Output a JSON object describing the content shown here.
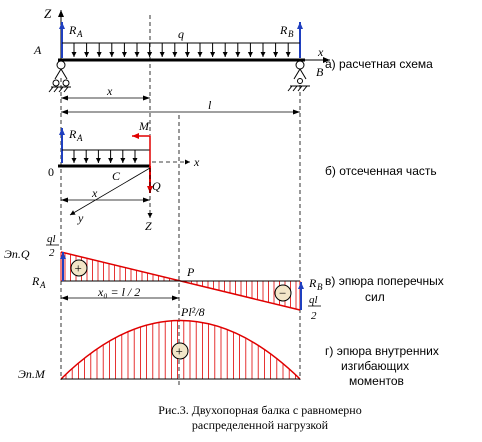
{
  "labels": {
    "z_top": "Z",
    "a_point": "A",
    "b_point": "B",
    "ra": "R",
    "ra_sub": "A",
    "rb": "R",
    "rb_sub": "B",
    "q": "q",
    "x_axis": "x",
    "x_dim": "x",
    "l_dim": "l",
    "m": "M",
    "origin": "0",
    "c": "C",
    "y": "y",
    "z_low": "Z",
    "q_force": "Q",
    "x_cut_dim": "x",
    "x_cut_axis": "x",
    "ep_q": "Эп.Q",
    "ql_num": "ql",
    "ql_den": "2",
    "ql2_num": "ql",
    "ql2_den": "2",
    "p": "P",
    "x0": "x₀ = l / 2",
    "pl2": "Pl²/8",
    "ep_m": "Эп.M",
    "plus": "+",
    "minus": "−",
    "plus_m": "+"
  },
  "section_labels": {
    "a": "а) расчетная схема",
    "b": "б) отсеченная часть",
    "v1": "в) эпюра поперечных",
    "v2": "сил",
    "g1": "г) эпюра внутренних",
    "g2": "изгибающих",
    "g3": "моментов"
  },
  "caption": {
    "line1": "Рис.3. Двухопорная балка с равномерно",
    "line2": "распределенной нагрузкой"
  },
  "colors": {
    "beam": "#000000",
    "reaction": "#1f3fbf",
    "force": "#e00000",
    "hatch": "#e00000",
    "circle_fill": "#f2e6c8"
  }
}
